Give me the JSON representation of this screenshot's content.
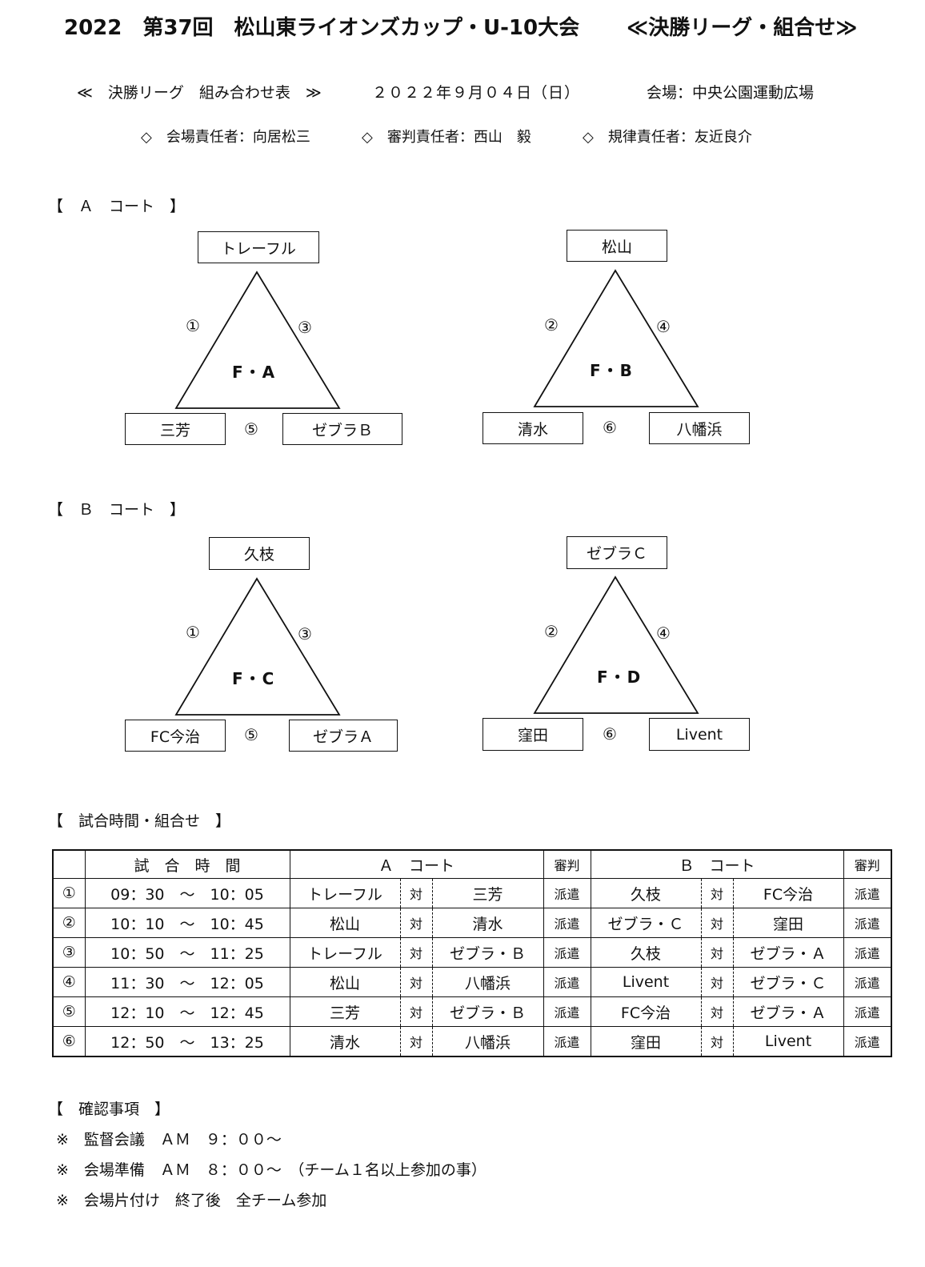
{
  "title": {
    "main": "2022　第37回　松山東ライオンズカップ・U-10大会",
    "sub": "≪決勝リーグ・組合せ≫"
  },
  "header": {
    "schedule_label": "≪　決勝リーグ　組み合わせ表　≫",
    "date": "２０２２年９月０４日（日）",
    "venue": "会場：中央公園運動広場",
    "officials": [
      "◇　会場責任者：向居松三",
      "◇　審判責任者：西山　毅",
      "◇　規律責任者：友近良介"
    ]
  },
  "courts": {
    "a_label": "【　Ａ　コート　】",
    "b_label": "【　Ｂ　コート　】"
  },
  "groups": [
    {
      "field": "F・A",
      "top": "トレーフル",
      "left": "三芳",
      "right": "ゼブラＢ",
      "n_left": "①",
      "n_right": "③",
      "n_bottom": "⑤"
    },
    {
      "field": "F・B",
      "top": "松山",
      "left": "清水",
      "right": "八幡浜",
      "n_left": "②",
      "n_right": "④",
      "n_bottom": "⑥"
    },
    {
      "field": "F・C",
      "top": "久枝",
      "left": "FC今治",
      "right": "ゼブラＡ",
      "n_left": "①",
      "n_right": "③",
      "n_bottom": "⑤"
    },
    {
      "field": "F・D",
      "top": "ゼブラＣ",
      "left": "窪田",
      "right": "Livent",
      "n_left": "②",
      "n_right": "④",
      "n_bottom": "⑥"
    }
  ],
  "schedule": {
    "section_label": "【　試合時間・組合せ　】",
    "headers": {
      "time": "試　合　時　間",
      "court_a": "Ａ　コート",
      "ref_a": "審判",
      "court_b": "Ｂ　コート",
      "ref_b": "審判"
    },
    "rows": [
      {
        "no": "①",
        "time": "09：30　～　10：05",
        "a_home": "トレーフル",
        "vs_a": "対",
        "a_away": "三芳",
        "ref_a": "派遣",
        "b_home": "久枝",
        "vs_b": "対",
        "b_away": "FC今治",
        "ref_b": "派遣"
      },
      {
        "no": "②",
        "time": "10：10　～　10：45",
        "a_home": "松山",
        "vs_a": "対",
        "a_away": "清水",
        "ref_a": "派遣",
        "b_home": "ゼブラ・Ｃ",
        "vs_b": "対",
        "b_away": "窪田",
        "ref_b": "派遣"
      },
      {
        "no": "③",
        "time": "10：50　～　11：25",
        "a_home": "トレーフル",
        "vs_a": "対",
        "a_away": "ゼブラ・Ｂ",
        "ref_a": "派遣",
        "b_home": "久枝",
        "vs_b": "対",
        "b_away": "ゼブラ・Ａ",
        "ref_b": "派遣"
      },
      {
        "no": "④",
        "time": "11：30　～　12：05",
        "a_home": "松山",
        "vs_a": "対",
        "a_away": "八幡浜",
        "ref_a": "派遣",
        "b_home": "Livent",
        "vs_b": "対",
        "b_away": "ゼブラ・Ｃ",
        "ref_b": "派遣"
      },
      {
        "no": "⑤",
        "time": "12：10　～　12：45",
        "a_home": "三芳",
        "vs_a": "対",
        "a_away": "ゼブラ・Ｂ",
        "ref_a": "派遣",
        "b_home": "FC今治",
        "vs_b": "対",
        "b_away": "ゼブラ・Ａ",
        "ref_b": "派遣"
      },
      {
        "no": "⑥",
        "time": "12：50　～　13：25",
        "a_home": "清水",
        "vs_a": "対",
        "a_away": "八幡浜",
        "ref_a": "派遣",
        "b_home": "窪田",
        "vs_b": "対",
        "b_away": "Livent",
        "ref_b": "派遣"
      }
    ]
  },
  "notes": {
    "section_label": "【　確認事項　】",
    "items": [
      "※　監督会議　ＡＭ　９：００～",
      "※　会場準備　ＡＭ　８：００～　（チーム１名以上参加の事）",
      "※　会場片付け　終了後　全チーム参加"
    ]
  }
}
